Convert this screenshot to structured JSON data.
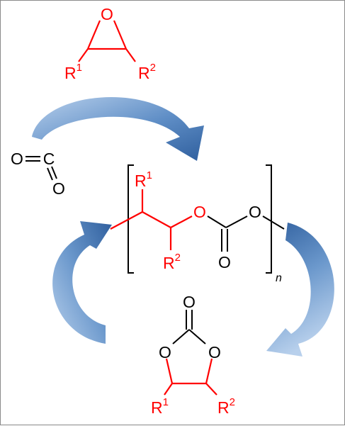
{
  "colors": {
    "reactant": "#ff0000",
    "bond": "#000000",
    "arrow_light": "#a9c4e4",
    "arrow_dark": "#3b6aa6"
  },
  "epoxide": {
    "oxygen": "O",
    "r1": {
      "base": "R",
      "sup": "1"
    },
    "r2": {
      "base": "R",
      "sup": "2"
    }
  },
  "co2": {
    "oxygen_left": "O",
    "carbon": "C",
    "oxygen_bottom": "O"
  },
  "polymer": {
    "r1": {
      "base": "R",
      "sup": "1"
    },
    "r2": {
      "base": "R",
      "sup": "2"
    },
    "oxygen_ester": "O",
    "oxygen_carbonyl": "O",
    "oxygen_right": "O",
    "repeat_index": "n"
  },
  "cyclic": {
    "oxygen_top": "O",
    "oxygen_left": "O",
    "oxygen_right": "O",
    "r1": {
      "base": "R",
      "sup": "1"
    },
    "r2": {
      "base": "R",
      "sup": "2"
    }
  }
}
